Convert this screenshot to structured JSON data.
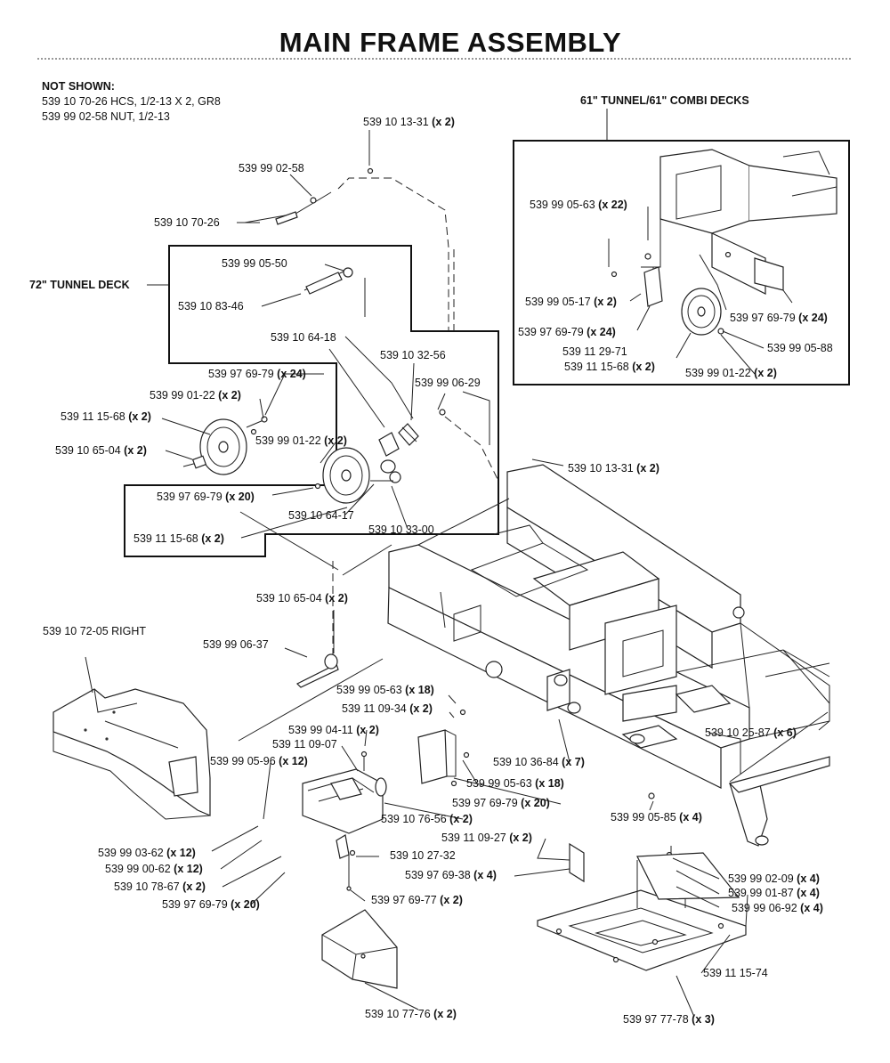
{
  "title": "MAIN FRAME ASSEMBLY",
  "not_shown": {
    "heading": "NOT SHOWN:",
    "lines": [
      "539 10 70-26  HCS, 1/2-13 X 2, GR8",
      "539 99 02-58  NUT, 1/2-13"
    ]
  },
  "sections": {
    "tunnel_72": "72\" TUNNEL DECK",
    "tunnel_61": "61\" TUNNEL/61\" COMBI DECKS"
  },
  "callouts": [
    {
      "part": "539 10 13-31",
      "qty": "(x 2)"
    },
    {
      "part": "539 99 02-58",
      "qty": ""
    },
    {
      "part": "539 10 70-26",
      "qty": ""
    },
    {
      "part": "539 99 05-50",
      "qty": ""
    },
    {
      "part": "539 10 83-46",
      "qty": ""
    },
    {
      "part": "539 10 64-18",
      "qty": ""
    },
    {
      "part": "539 10 32-56",
      "qty": ""
    },
    {
      "part": "539 99 06-29",
      "qty": ""
    },
    {
      "part": "539 97 69-79",
      "qty": "(x 24)"
    },
    {
      "part": "539 99 01-22",
      "qty": "(x 2)"
    },
    {
      "part": "539 11 15-68",
      "qty": "(x 2)"
    },
    {
      "part": "539 99 01-22",
      "qty": "(x 2)"
    },
    {
      "part": "539 10 65-04",
      "qty": "(x 2)"
    },
    {
      "part": "539 97 69-79",
      "qty": "(x 20)"
    },
    {
      "part": "539 10 64-17",
      "qty": ""
    },
    {
      "part": "539 10 33-00",
      "qty": ""
    },
    {
      "part": "539 11 15-68",
      "qty": "(x 2)"
    },
    {
      "part": "539 10 13-31",
      "qty": "(x 2)"
    },
    {
      "part": "539 99 05-63",
      "qty": "(x 22)"
    },
    {
      "part": "539 99 05-17",
      "qty": "(x 2)"
    },
    {
      "part": "539 97 69-79",
      "qty": "(x 24)"
    },
    {
      "part": "539 97 69-79",
      "qty": "(x 24)"
    },
    {
      "part": "539 99 05-88",
      "qty": ""
    },
    {
      "part": "539 11 29-71",
      "qty": ""
    },
    {
      "part": "539 11 15-68",
      "qty": "(x 2)"
    },
    {
      "part": "539 99 01-22",
      "qty": "(x 2)"
    },
    {
      "part": "539 10 65-04",
      "qty": "(x 2)"
    },
    {
      "part": "539 10 72-05 RIGHT",
      "qty": ""
    },
    {
      "part": "539 99 06-37",
      "qty": ""
    },
    {
      "part": "539 99 05-63",
      "qty": "(x 18)"
    },
    {
      "part": "539 11 09-34",
      "qty": "(x 2)"
    },
    {
      "part": "539 99 04-11",
      "qty": "(x 2)"
    },
    {
      "part": "539 11 09-07",
      "qty": ""
    },
    {
      "part": "539 99 05-96",
      "qty": "(x 12)"
    },
    {
      "part": "539 10 36-84",
      "qty": "(x 7)"
    },
    {
      "part": "539 99 05-63",
      "qty": "(x 18)"
    },
    {
      "part": "539 10 25-87",
      "qty": "(x 6)"
    },
    {
      "part": "539 97 69-79",
      "qty": "(x 20)"
    },
    {
      "part": "539 10 76-56",
      "qty": "(x 2)"
    },
    {
      "part": "539 99 05-85",
      "qty": "(x 4)"
    },
    {
      "part": "539 11 09-27",
      "qty": "(x 2)"
    },
    {
      "part": "539 99 03-62",
      "qty": "(x 12)"
    },
    {
      "part": "539 10 27-32",
      "qty": ""
    },
    {
      "part": "539 99 00-62",
      "qty": "(x 12)"
    },
    {
      "part": "539 97 69-38",
      "qty": "(x 4)"
    },
    {
      "part": "539 99 02-09",
      "qty": "(x 4)"
    },
    {
      "part": "539 10 78-67",
      "qty": "(x 2)"
    },
    {
      "part": "539 99 01-87",
      "qty": "(x 4)"
    },
    {
      "part": "539 97 69-77",
      "qty": "(x 2)"
    },
    {
      "part": "539 99 06-92",
      "qty": "(x 4)"
    },
    {
      "part": "539 97 69-79",
      "qty": "(x 20)"
    },
    {
      "part": "539 11 15-74",
      "qty": ""
    },
    {
      "part": "539 10 77-76",
      "qty": "(x 2)"
    },
    {
      "part": "539 97 77-78",
      "qty": "(x 3)"
    }
  ]
}
